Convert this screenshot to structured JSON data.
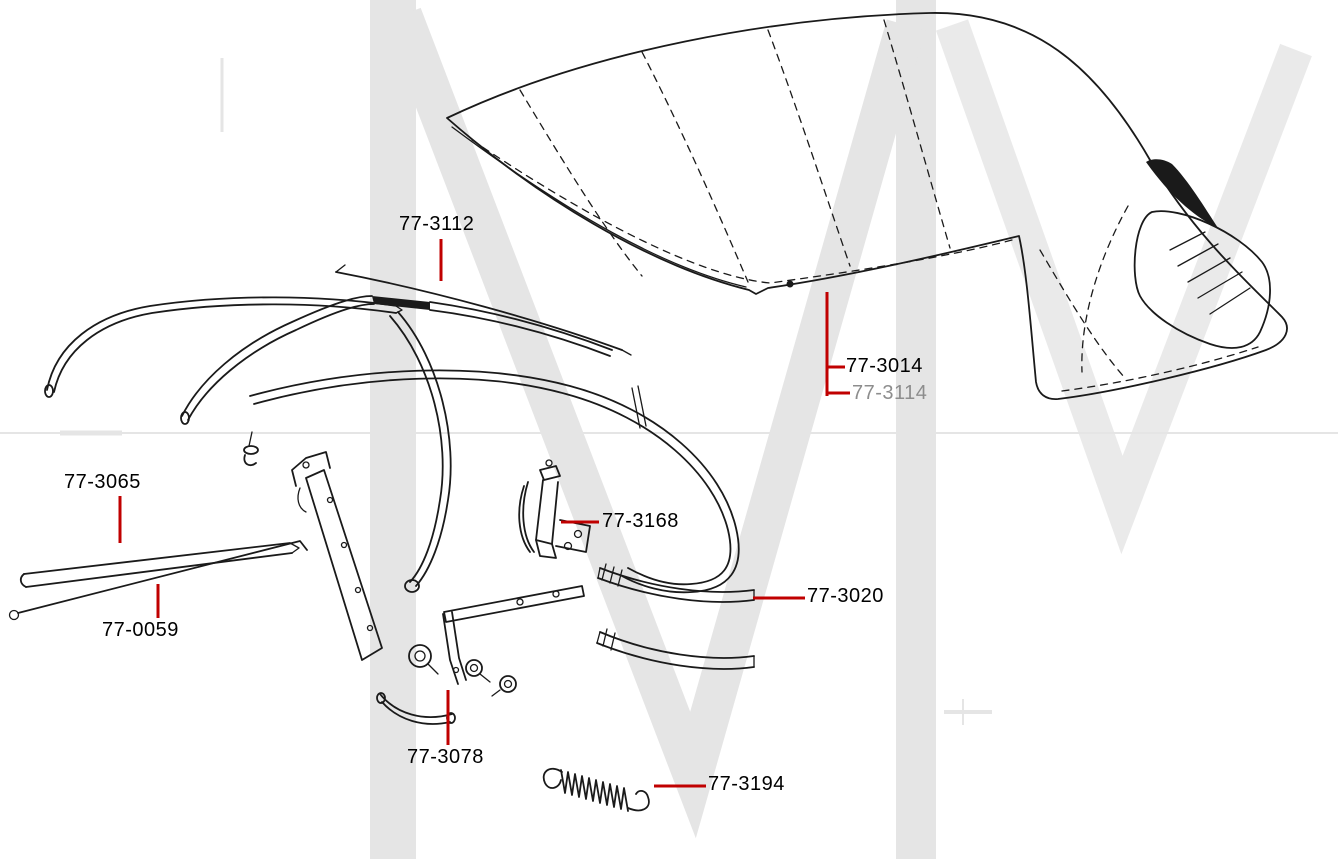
{
  "diagram": {
    "type": "exploded-parts-diagram",
    "subject": "convertible-soft-top-assembly",
    "labels": [
      {
        "id": "77-3112",
        "text": "77-3112",
        "variant": "normal"
      },
      {
        "id": "77-3014",
        "text": "77-3014",
        "variant": "normal"
      },
      {
        "id": "77-3114",
        "text": "77-3114",
        "variant": "muted"
      },
      {
        "id": "77-3065",
        "text": "77-3065",
        "variant": "normal"
      },
      {
        "id": "77-0059",
        "text": "77-0059",
        "variant": "normal"
      },
      {
        "id": "77-3168",
        "text": "77-3168",
        "variant": "normal"
      },
      {
        "id": "77-3020",
        "text": "77-3020",
        "variant": "normal"
      },
      {
        "id": "77-3078",
        "text": "77-3078",
        "variant": "normal"
      },
      {
        "id": "77-3194",
        "text": "77-3194",
        "variant": "normal"
      }
    ],
    "colors": {
      "leader": "#c00000",
      "ink": "#1a1a1a",
      "label_text": "#000000",
      "label_muted": "#8d8d8d",
      "watermark": "#dcdcdc",
      "background": "#ffffff"
    }
  }
}
